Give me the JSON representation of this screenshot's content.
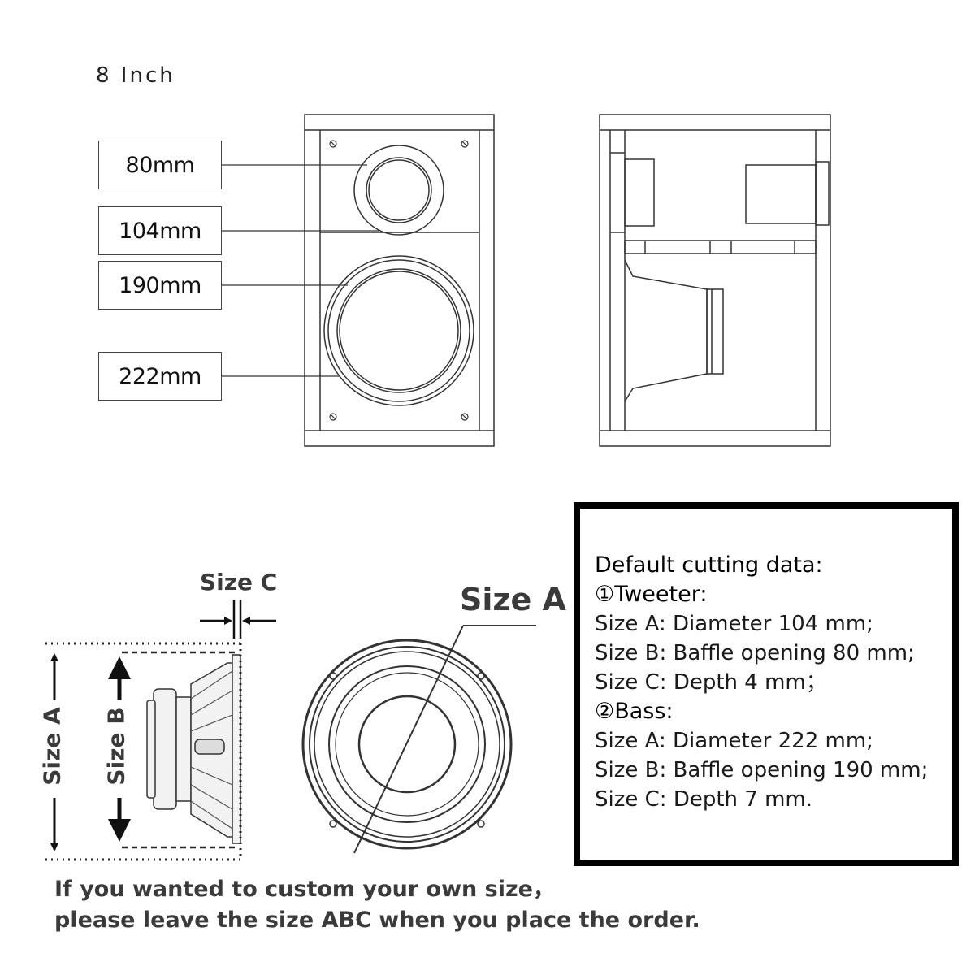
{
  "drawing": {
    "size_title": "8  Inch",
    "dimensions": [
      "80mm",
      "104mm",
      "190mm",
      "222mm"
    ]
  },
  "labels": {
    "size_a": "Size A",
    "size_b": "Size B",
    "size_c": "Size C"
  },
  "spec": {
    "heading": "Default cutting data:",
    "tweeter_heading": "①Tweeter:",
    "tweeter_lines": [
      "Size A: Diameter 104 mm;",
      "Size B: Baffle opening 80 mm;",
      "Size C: Depth 4 mm；"
    ],
    "bass_heading": "②Bass:",
    "bass_lines": [
      "Size A: Diameter 222 mm;",
      "Size B: Baffle opening 190 mm;",
      "Size C: Depth 7 mm."
    ]
  },
  "footer": {
    "line1": "If you wanted to custom your own size，",
    "line2": "please leave the size ABC when you place the order."
  }
}
